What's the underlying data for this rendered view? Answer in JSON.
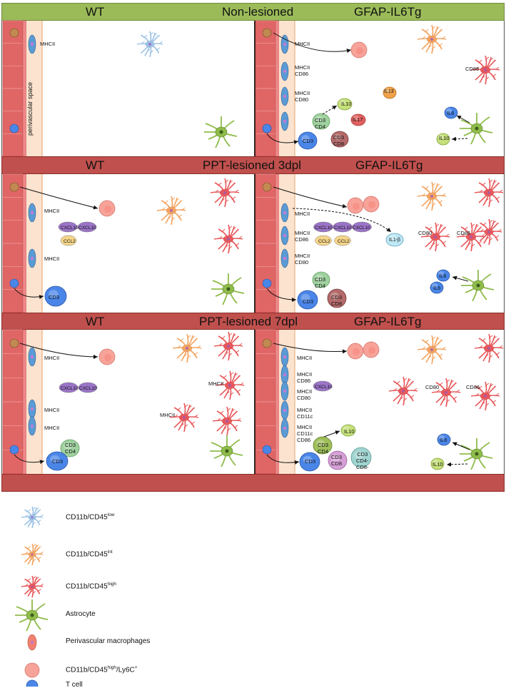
{
  "rows": [
    {
      "id": "row1",
      "band": "green",
      "left": "WT",
      "center": "Non-lesioned",
      "right": "GFAP-IL6Tg"
    },
    {
      "id": "row2",
      "band": "red",
      "left": "WT",
      "center": "PPT-lesioned 3dpl",
      "right": "GFAP-IL6Tg"
    },
    {
      "id": "row3",
      "band": "red",
      "left": "WT",
      "center": "PPT-lesioned 7dpl",
      "right": "GFAP-IL6Tg"
    }
  ],
  "labels": {
    "perivascular_space": "perivascular space",
    "r1_wt_mhcii": "MHCII",
    "r1_tg_mhcii": "MHCII",
    "r1_tg_mhcii_cd86": "MHCII\nCD86",
    "r1_tg_mhcii_cd80": "MHCII\nCD80",
    "r1_tg_cd86": "CD86",
    "r1_tg_il13": "IL13",
    "r1_tg_il10a": "IL10",
    "r1_tg_cd3cd4": "CD3\nCD4",
    "r1_tg_il17": "IL17",
    "r1_tg_cd3cd8": "CD3\nCD8",
    "r1_tg_cd3": "CD3",
    "r1_tg_il6": "IL6",
    "r1_tg_il10b": "IL10",
    "r2_wt_mhcii_a": "MHCII",
    "r2_wt_cxcl10a": "CXCL10",
    "r2_wt_cxcl10b": "CXCL10",
    "r2_wt_ccl2": "CCL2",
    "r2_wt_mhcii_b": "MHCII",
    "r2_wt_cd3": "CD3",
    "r2_tg_mhcii": "MHCII",
    "r2_tg_mhcii_cd86": "MHCII\nCD86",
    "r2_tg_mhcii_cd80": "MHCII\nCD80",
    "r2_tg_cxcl10a": "CXCL10",
    "r2_tg_cxcl10b": "CXCL10",
    "r2_tg_cxcl10c": "CXCL10",
    "r2_tg_ccl2a": "CCL2",
    "r2_tg_ccl2b": "CCL2",
    "r2_tg_il1b": "IL1-β",
    "r2_tg_cd80": "CD80",
    "r2_tg_cd86": "CD86",
    "r2_tg_cd3cd4": "CD3\nCD4",
    "r2_tg_cd3": "CD3",
    "r2_tg_cd3cd8": "CD3\nCD8",
    "r2_tg_il6a": "IL6",
    "r2_tg_il6b": "IL6",
    "r3_wt_mhcii_a": "MHCII",
    "r3_wt_cxcl10a": "CXCL10",
    "r3_wt_cxcl10b": "CXCL10",
    "r3_wt_mhcii_b": "MHCII",
    "r3_wt_mhcii_c": "MHCII",
    "r3_wt_mhcii_d": "MHCII",
    "r3_wt_mhcii_e": "MHCII",
    "r3_wt_cd3cd4": "CD3\nCD4",
    "r3_wt_cd3": "CD3",
    "r3_tg_mhcii": "MHCII",
    "r3_tg_mhcii_cd86": "MHCII\nCD86",
    "r3_tg_mhcii_cd80": "MHCII\nCD80",
    "r3_tg_mhcii_cd11c": "MHCII\nCD11c",
    "r3_tg_mhcii_cd11c_cd86": "MHCII\nCD11c\nCD86",
    "r3_tg_cxcl10": "CXCL10",
    "r3_tg_cd80": "CD80",
    "r3_tg_cd86": "CD86",
    "r3_tg_il10a": "IL10",
    "r3_tg_cd3cd4": "CD3\nCD4",
    "r3_tg_cd3": "CD3",
    "r3_tg_cd3cd8": "CD3\nCD8",
    "r3_tg_cd3cd4cd8": "CD3\nCD4-\nCD8-",
    "r3_tg_il6": "IL6",
    "r3_tg_il10b": "IL10"
  },
  "legend": [
    {
      "icon": "microglia-low-icon",
      "color": "#9cc3e6",
      "text": "CD11b/CD45",
      "sup": "low"
    },
    {
      "icon": "microglia-int-icon",
      "color": "#f4a460",
      "text": "CD11b/CD45",
      "sup": "int"
    },
    {
      "icon": "microglia-high-icon",
      "color": "#e8585a",
      "text": "CD11b/CD45",
      "sup": "high"
    },
    {
      "icon": "astrocyte-icon",
      "color": "#8fbc4a",
      "text": "Astrocyte",
      "sup": ""
    },
    {
      "icon": "perivascular-macrophage-icon",
      "color": "#f08070",
      "text": "Perivascular macrophages",
      "sup": ""
    },
    {
      "icon": "ly6c-monocyte-icon",
      "color": "#f7a39a",
      "text": "CD11b/CD45",
      "sup": "high",
      "suffix": "/Ly6C",
      "suffix_sup": "+"
    },
    {
      "icon": "t-cell-icon",
      "color": "#4a86e8",
      "text": "T cell",
      "sup": ""
    }
  ],
  "colors": {
    "green_band": "#9bbb59",
    "red_band": "#c0504d",
    "vessel": "#e06666",
    "perivascular": "#fbe3cf",
    "purple": "#9b74c8",
    "yellow": "#f6d58a",
    "tcell": "#4a86e8",
    "il10": "#c6e07a",
    "il17": "#e26161",
    "il13": "#f0a24a",
    "cd8": "#b46a6a",
    "cd4": "#9fd19f"
  }
}
